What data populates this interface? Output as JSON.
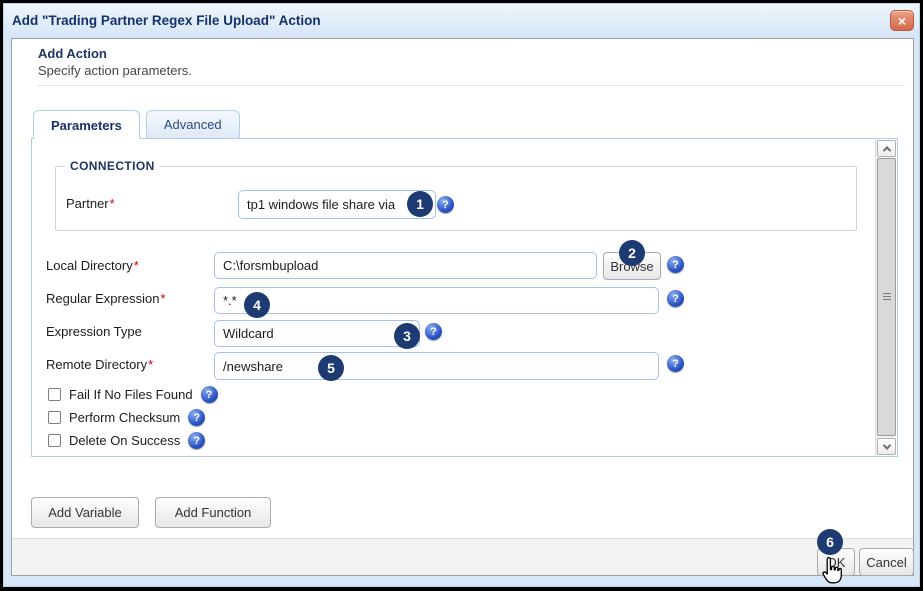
{
  "dialog": {
    "title": "Add \"Trading Partner Regex File Upload\" Action"
  },
  "header": {
    "title": "Add Action",
    "subtitle": "Specify action parameters."
  },
  "tabs": [
    {
      "label": "Parameters",
      "active": true
    },
    {
      "label": "Advanced",
      "active": false
    }
  ],
  "form": {
    "connection_legend": "CONNECTION",
    "fields": {
      "partner": {
        "label": "Partner",
        "required": true,
        "value": "tp1 windows file share via",
        "badge": "1"
      },
      "local_directory": {
        "label": "Local Directory",
        "required": true,
        "value": "C:\\forsmbupload",
        "browse_label": "Browse",
        "badge": "2"
      },
      "regular_expression": {
        "label": "Regular Expression",
        "required": true,
        "value": "*.*",
        "badge": "4"
      },
      "expression_type": {
        "label": "Expression Type",
        "required": false,
        "value": "Wildcard",
        "badge": "3"
      },
      "remote_directory": {
        "label": "Remote Directory",
        "required": true,
        "value": "/newshare",
        "badge": "5"
      }
    },
    "checkboxes": [
      {
        "label": "Fail If No Files Found",
        "checked": false
      },
      {
        "label": "Perform Checksum",
        "checked": false
      },
      {
        "label": "Delete On Success",
        "checked": false
      }
    ]
  },
  "actions": {
    "add_variable": "Add Variable",
    "add_function": "Add Function",
    "ok": "OK",
    "ok_badge": "6",
    "cancel": "Cancel"
  },
  "icons": {
    "close": "×",
    "help": "?"
  },
  "marks": {
    "required": "*"
  },
  "colors": {
    "dialog_chrome": "#d8e7f7",
    "title_text": "#15316b",
    "close_button": "#d4674a",
    "tab_border": "#b5cde8",
    "badge_bg": "#1d3a72",
    "help_icon_bg": "#2a52c4",
    "required_marker": "#cc0000",
    "footer_bg": "#f3f3f3"
  }
}
